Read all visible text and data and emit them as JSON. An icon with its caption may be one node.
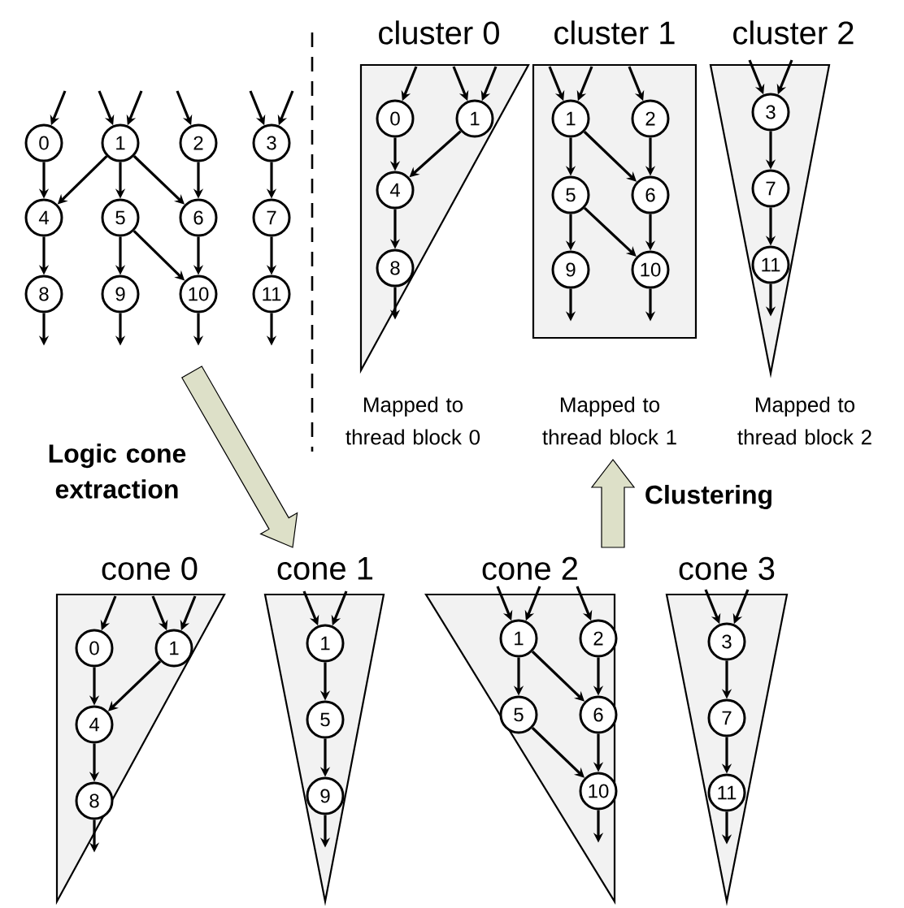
{
  "diagram": {
    "nodes": [
      {
        "text": [
          "0"
        ]
      },
      {
        "text": [
          "1"
        ]
      },
      {
        "text": [
          "2"
        ]
      },
      {
        "text": [
          "3"
        ]
      },
      {
        "text": [
          "4"
        ]
      },
      {
        "text": [
          "5"
        ]
      },
      {
        "text": [
          "6"
        ]
      },
      {
        "text": [
          "7"
        ]
      },
      {
        "text": [
          "8"
        ]
      },
      {
        "text": [
          "9"
        ]
      },
      {
        "text": [
          "10"
        ]
      },
      {
        "text": [
          "11"
        ]
      },
      {
        "text": [
          "cluster 0"
        ],
        "beside": [
          "Mapped to thread block 0"
        ]
      },
      {
        "text": [
          "0"
        ],
        "in": 12
      },
      {
        "text": [
          "1"
        ],
        "in": 12
      },
      {
        "text": [
          "4"
        ],
        "in": 12
      },
      {
        "text": [
          "8"
        ],
        "in": 12
      },
      {
        "text": [
          "cluster 1"
        ],
        "beside": [
          "Mapped to thread block 1"
        ]
      },
      {
        "text": [
          "1"
        ],
        "in": 17
      },
      {
        "text": [
          "2"
        ],
        "in": 17
      },
      {
        "text": [
          "5"
        ],
        "in": 17
      },
      {
        "text": [
          "6"
        ],
        "in": 17
      },
      {
        "text": [
          "9"
        ],
        "in": 17
      },
      {
        "text": [
          "10"
        ],
        "in": 17
      },
      {
        "text": [
          "cluster 2"
        ],
        "beside": [
          "Mapped to thread block 2"
        ]
      },
      {
        "text": [
          "3"
        ],
        "in": 24
      },
      {
        "text": [
          "7"
        ],
        "in": 24
      },
      {
        "text": [
          "11"
        ],
        "in": 24
      },
      {
        "text": [
          "cone 0"
        ]
      },
      {
        "text": [
          "0"
        ],
        "in": 28
      },
      {
        "text": [
          "1"
        ],
        "in": 28
      },
      {
        "text": [
          "4"
        ],
        "in": 28
      },
      {
        "text": [
          "8"
        ],
        "in": 28
      },
      {
        "text": [
          "cone 1"
        ]
      },
      {
        "text": [
          "1"
        ],
        "in": 33
      },
      {
        "text": [
          "5"
        ],
        "in": 33
      },
      {
        "text": [
          "9"
        ],
        "in": 33
      },
      {
        "text": [
          "cone 2"
        ]
      },
      {
        "text": [
          "1"
        ],
        "in": 37
      },
      {
        "text": [
          "2"
        ],
        "in": 37
      },
      {
        "text": [
          "5"
        ],
        "in": 37
      },
      {
        "text": [
          "6"
        ],
        "in": 37
      },
      {
        "text": [
          "10"
        ],
        "in": 37
      },
      {
        "text": [
          "cone 3"
        ]
      },
      {
        "text": [
          "3"
        ],
        "in": 43
      },
      {
        "text": [
          "7"
        ],
        "in": 43
      },
      {
        "text": [
          "11"
        ],
        "in": 43
      }
    ],
    "edges": [
      {
        "from": null,
        "to": 0,
        "arrow": "to"
      },
      {
        "from": null,
        "to": 1,
        "arrow": "to"
      },
      {
        "from": null,
        "to": 1,
        "arrow": "to"
      },
      {
        "from": null,
        "to": 2,
        "arrow": "to"
      },
      {
        "from": null,
        "to": 3,
        "arrow": "to"
      },
      {
        "from": null,
        "to": 3,
        "arrow": "to"
      },
      {
        "from": 0,
        "to": 4,
        "arrow": "to"
      },
      {
        "from": 1,
        "to": 4,
        "arrow": "to"
      },
      {
        "from": 1,
        "to": 5,
        "arrow": "to"
      },
      {
        "from": 1,
        "to": 6,
        "arrow": "to"
      },
      {
        "from": 2,
        "to": 6,
        "arrow": "to"
      },
      {
        "from": 3,
        "to": 7,
        "arrow": "to"
      },
      {
        "from": 4,
        "to": 8,
        "arrow": "to"
      },
      {
        "from": 5,
        "to": 9,
        "arrow": "to"
      },
      {
        "from": 5,
        "to": 10,
        "arrow": "to"
      },
      {
        "from": 6,
        "to": 10,
        "arrow": "to"
      },
      {
        "from": 7,
        "to": 11,
        "arrow": "to"
      },
      {
        "from": 8,
        "to": null,
        "arrow": "to"
      },
      {
        "from": 9,
        "to": null,
        "arrow": "to"
      },
      {
        "from": 10,
        "to": null,
        "arrow": "to"
      },
      {
        "from": 11,
        "to": null,
        "arrow": "to"
      },
      {
        "from": null,
        "to": 13,
        "arrow": "to"
      },
      {
        "from": null,
        "to": 14,
        "arrow": "to"
      },
      {
        "from": null,
        "to": 14,
        "arrow": "to"
      },
      {
        "from": 13,
        "to": 15,
        "arrow": "to"
      },
      {
        "from": 14,
        "to": 15,
        "arrow": "to"
      },
      {
        "from": 15,
        "to": 16,
        "arrow": "to"
      },
      {
        "from": 16,
        "to": null,
        "arrow": "to"
      },
      {
        "from": null,
        "to": 18,
        "arrow": "to"
      },
      {
        "from": null,
        "to": 18,
        "arrow": "to"
      },
      {
        "from": null,
        "to": 19,
        "arrow": "to"
      },
      {
        "from": 18,
        "to": 20,
        "arrow": "to"
      },
      {
        "from": 18,
        "to": 21,
        "arrow": "to"
      },
      {
        "from": 19,
        "to": 21,
        "arrow": "to"
      },
      {
        "from": 20,
        "to": 22,
        "arrow": "to"
      },
      {
        "from": 20,
        "to": 23,
        "arrow": "to"
      },
      {
        "from": 21,
        "to": 23,
        "arrow": "to"
      },
      {
        "from": 22,
        "to": null,
        "arrow": "to"
      },
      {
        "from": 23,
        "to": null,
        "arrow": "to"
      },
      {
        "from": null,
        "to": 25,
        "arrow": "to"
      },
      {
        "from": null,
        "to": 25,
        "arrow": "to"
      },
      {
        "from": 25,
        "to": 26,
        "arrow": "to"
      },
      {
        "from": 26,
        "to": 27,
        "arrow": "to"
      },
      {
        "from": 27,
        "to": null,
        "arrow": "to"
      },
      {
        "from": null,
        "to": 29,
        "arrow": "to"
      },
      {
        "from": null,
        "to": 30,
        "arrow": "to"
      },
      {
        "from": null,
        "to": 30,
        "arrow": "to"
      },
      {
        "from": 29,
        "to": 31,
        "arrow": "to"
      },
      {
        "from": 30,
        "to": 31,
        "arrow": "to"
      },
      {
        "from": 31,
        "to": 32,
        "arrow": "to"
      },
      {
        "from": 32,
        "to": null,
        "arrow": "to"
      },
      {
        "from": null,
        "to": 34,
        "arrow": "to"
      },
      {
        "from": null,
        "to": 34,
        "arrow": "to"
      },
      {
        "from": 34,
        "to": 35,
        "arrow": "to"
      },
      {
        "from": 35,
        "to": 36,
        "arrow": "to"
      },
      {
        "from": 36,
        "to": null,
        "arrow": "to"
      },
      {
        "from": null,
        "to": 38,
        "arrow": "to"
      },
      {
        "from": null,
        "to": 38,
        "arrow": "to"
      },
      {
        "from": null,
        "to": 39,
        "arrow": "to"
      },
      {
        "from": 38,
        "to": 40,
        "arrow": "to"
      },
      {
        "from": 38,
        "to": 41,
        "arrow": "to"
      },
      {
        "from": 39,
        "to": 41,
        "arrow": "to"
      },
      {
        "from": 40,
        "to": 42,
        "arrow": "to"
      },
      {
        "from": 41,
        "to": 42,
        "arrow": "to"
      },
      {
        "from": 42,
        "to": null,
        "arrow": "to"
      },
      {
        "from": null,
        "to": 44,
        "arrow": "to"
      },
      {
        "from": null,
        "to": 44,
        "arrow": "to"
      },
      {
        "from": 44,
        "to": 45,
        "arrow": "to"
      },
      {
        "from": 45,
        "to": 46,
        "arrow": "to"
      },
      {
        "from": 46,
        "to": null,
        "arrow": "to"
      }
    ],
    "labels": [
      "Logic cone extraction",
      "Clustering"
    ]
  }
}
